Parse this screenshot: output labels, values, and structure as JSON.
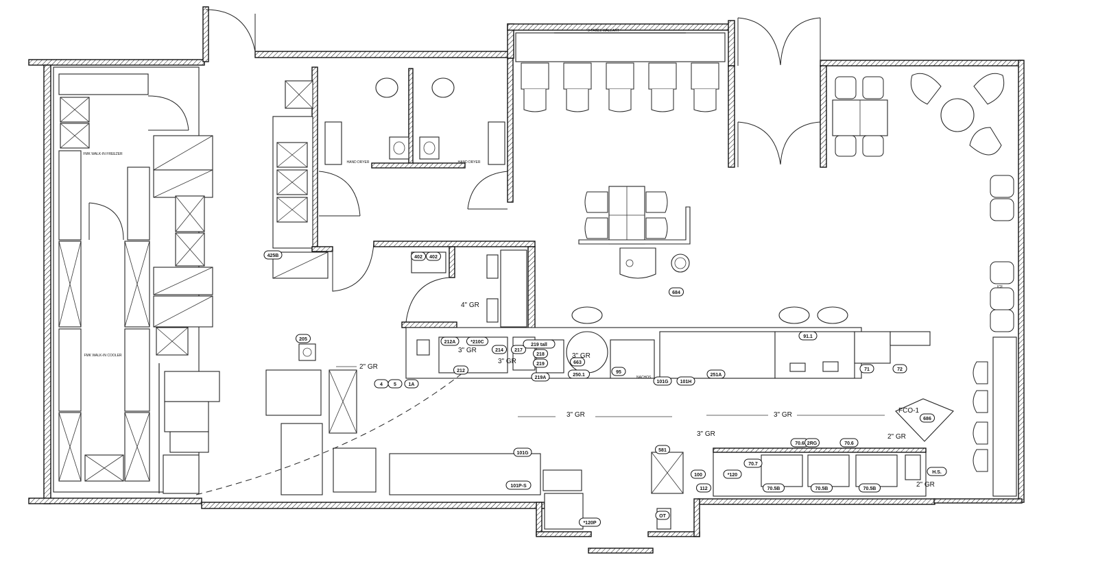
{
  "drawing": {
    "wall_art_label": "3-PANEL WALL ART",
    "hand_dryer_label": "HAND\nDRYER",
    "freezer_label": "FMK\nWALK-IN FREEZER",
    "cooler_label": "FMK\nWALK-IN COOLER",
    "floor_drains": [
      "4\" GR",
      "3\" GR",
      "3\" GR",
      "3\" GR",
      "2\" GR",
      "3\" GR",
      "3\" GR",
      "3\" GR",
      "2\" GR",
      "2\" GR"
    ],
    "fco_label": "FCO-1",
    "hs_label": "H.S.",
    "ice_label": "ICE",
    "nachos_label": "NACHOS",
    "tags": [
      "425B",
      "402",
      "402",
      "684",
      "205",
      "212A",
      "*210C",
      "214",
      "217",
      "212",
      "3\" GR",
      "219 tall",
      "218",
      "219",
      "219A",
      "663",
      "250.1",
      "95",
      "101G",
      "101H",
      "251A",
      "91.1",
      "71",
      "72",
      "101G",
      "101P-S",
      "*120P",
      "70.6",
      "70.6",
      "70.5B",
      "70.5B",
      "70.5B",
      "70.7",
      "112",
      "*120",
      "581",
      "100",
      "OT",
      "2RG",
      "4",
      "5",
      "1A",
      "686"
    ]
  }
}
